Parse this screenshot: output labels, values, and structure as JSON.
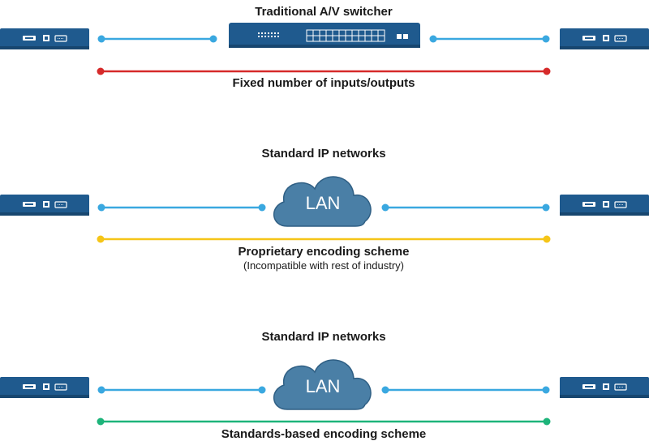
{
  "colors": {
    "device": "#1f5a8e",
    "device_dark": "#17466f",
    "cable": "#3aa8e0",
    "fixed": "#d62a2a",
    "proprietary": "#f5c518",
    "standards": "#1db47a",
    "cloud": "#4a7fa6",
    "cloud_stroke": "#2f5f84"
  },
  "section1": {
    "title": "Traditional A/V switcher",
    "caption": "Fixed number of inputs/outputs"
  },
  "section2": {
    "title": "Standard IP networks",
    "cloud_label": "LAN",
    "caption": "Proprietary encoding scheme",
    "subcaption": "(Incompatible with rest of industry)"
  },
  "section3": {
    "title": "Standard IP networks",
    "cloud_label": "LAN",
    "caption": "Standards-based encoding scheme"
  }
}
